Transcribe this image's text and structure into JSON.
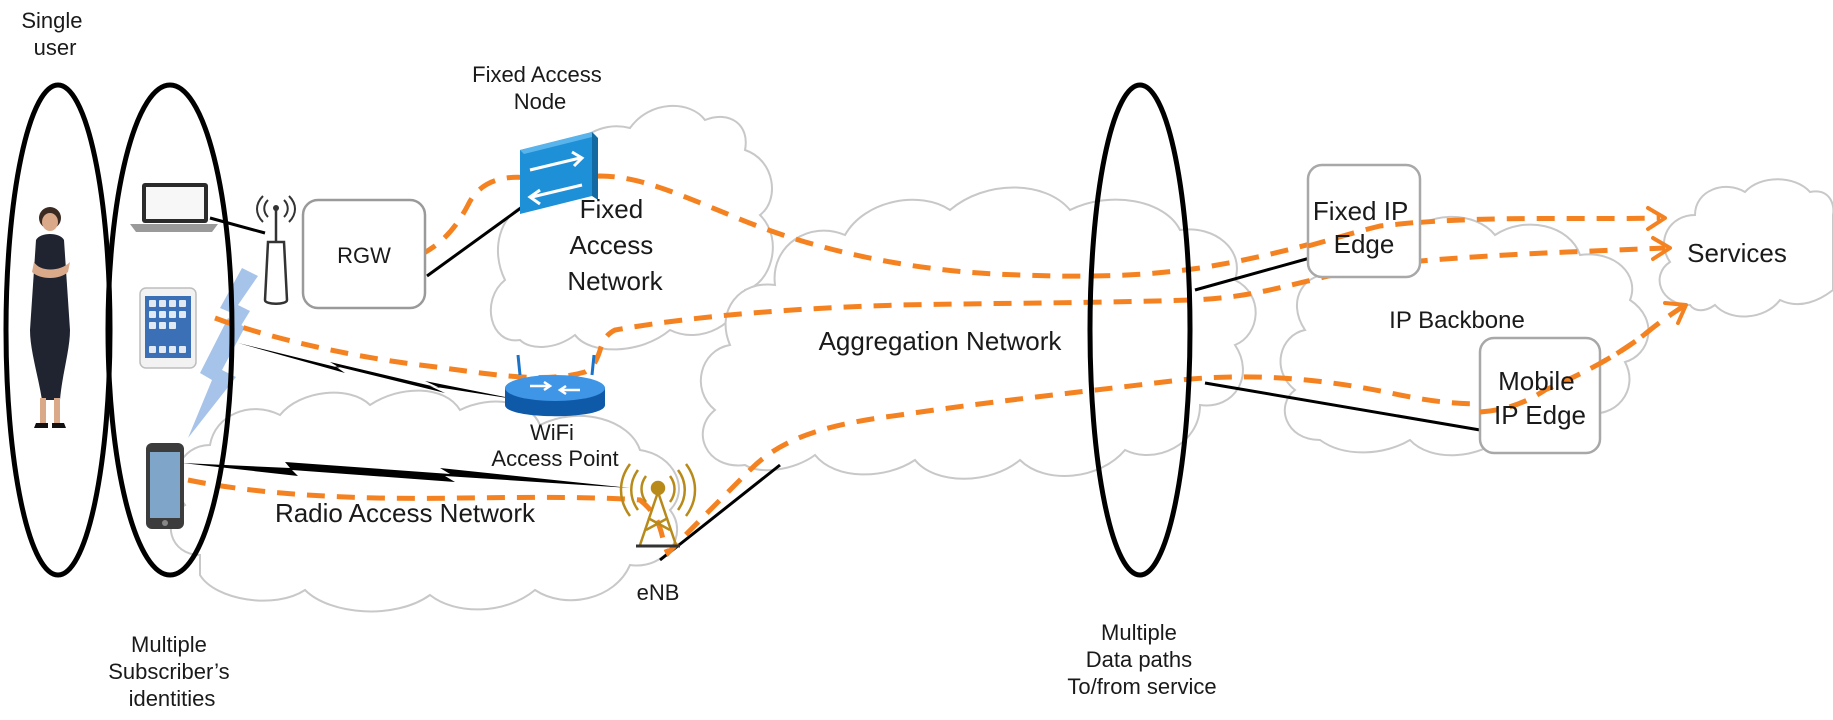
{
  "labels": {
    "single_user": [
      "Single",
      "user"
    ],
    "multiple_identities": [
      "Multiple",
      "Subscriber’s",
      "identities"
    ],
    "fixed_access_node": [
      "Fixed Access",
      "Node"
    ],
    "fixed_access_network": [
      "Fixed",
      "Access",
      "Network"
    ],
    "rgw": "RGW",
    "wifi_access_point": [
      "WiFi",
      "Access Point"
    ],
    "radio_access_network": "Radio Access Network",
    "enb": "eNB",
    "aggregation_network": "Aggregation Network",
    "multiple_data_paths": [
      "Multiple",
      "Data paths",
      "To/from service"
    ],
    "fixed_ip_edge": [
      "Fixed IP",
      "Edge"
    ],
    "mobile_ip_edge": [
      "Mobile",
      "IP Edge"
    ],
    "ip_backbone": "IP Backbone",
    "services": "Services"
  },
  "icons": {
    "user": "person-icon",
    "laptop": "laptop-icon",
    "tablet": "tablet-icon",
    "phone": "smartphone-icon",
    "rgw_antenna": "antenna-icon",
    "fixed_access_node": "switch-icon",
    "wifi_router": "router-icon",
    "enb_tower": "cell-tower-icon"
  },
  "colors": {
    "path": "#f58220",
    "cloud_outline": "#c8c8c8",
    "ellipse": "#000000",
    "link": "#000000",
    "radio_beam": "#9dbde8",
    "switch_blue": "#1e90d8",
    "router_blue": "#1a73c9",
    "tower_gold": "#b88a1a"
  }
}
